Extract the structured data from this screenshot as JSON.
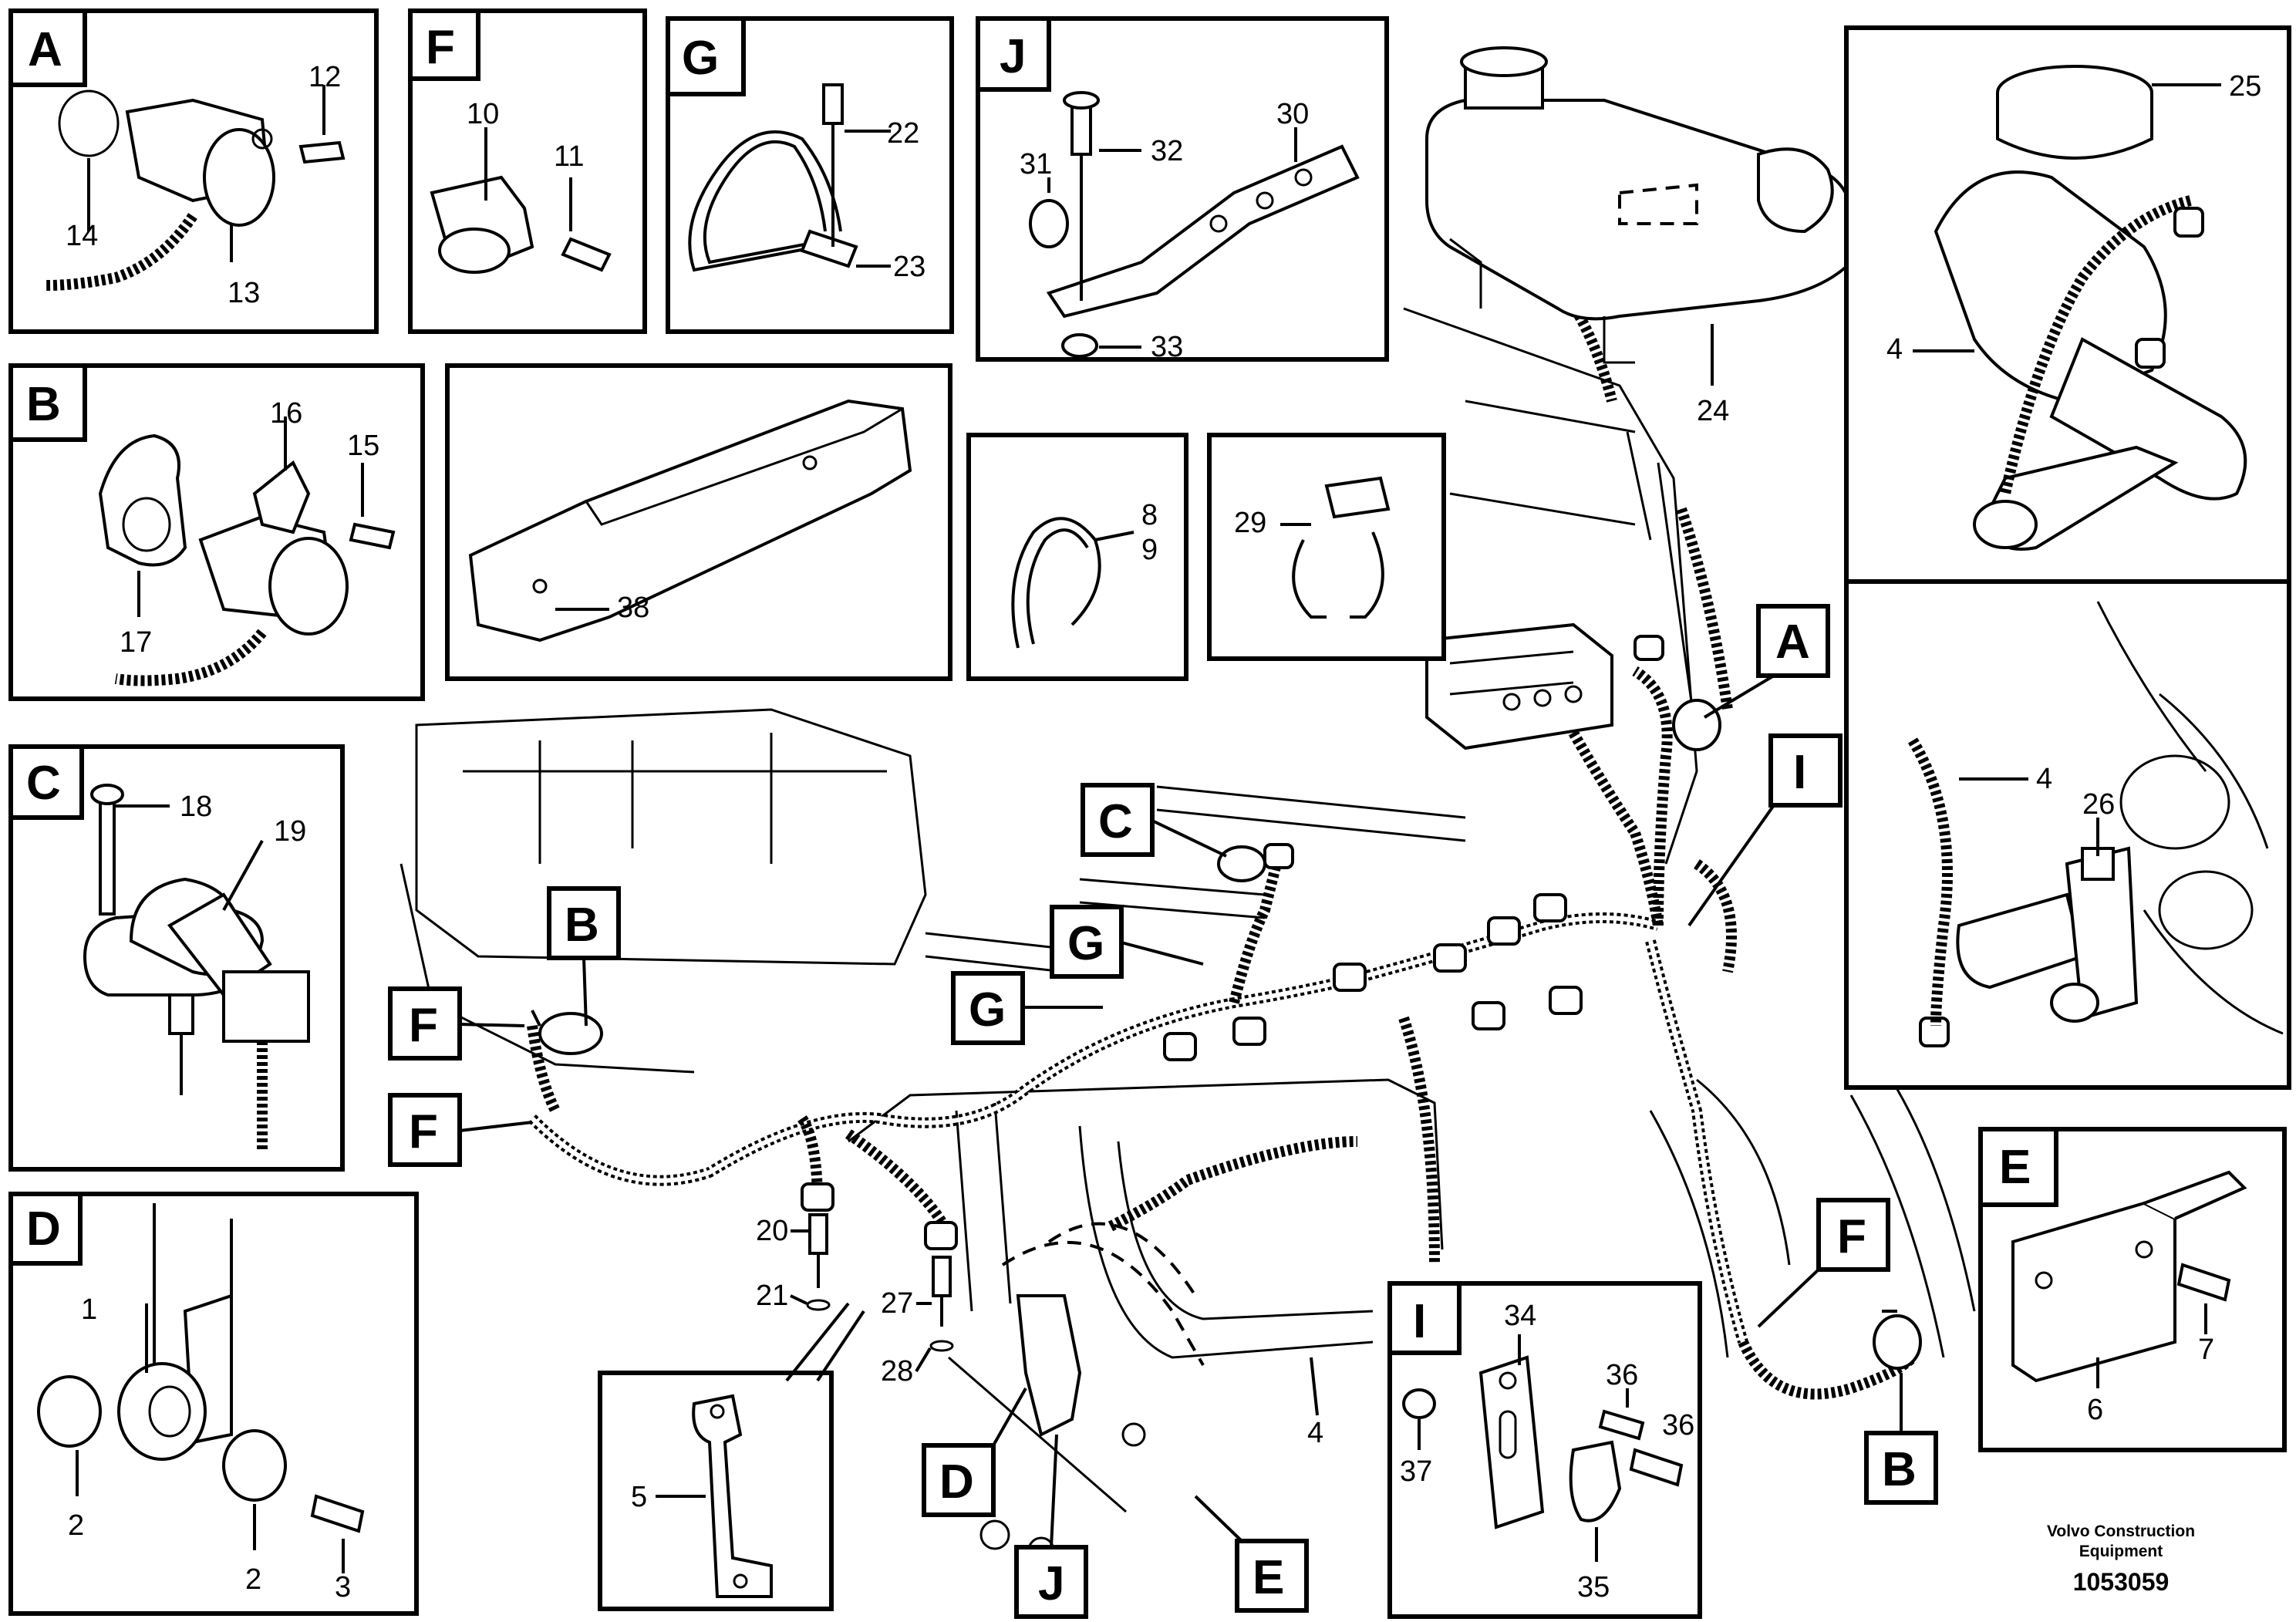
{
  "panels": {
    "A": {
      "letter": "A",
      "labels": [
        "12",
        "14",
        "13"
      ]
    },
    "F": {
      "letter": "F",
      "labels": [
        "10",
        "11"
      ]
    },
    "G": {
      "letter": "G",
      "labels": [
        "22",
        "23"
      ]
    },
    "J": {
      "letter": "J",
      "labels": [
        "30",
        "31",
        "32",
        "33"
      ]
    },
    "B": {
      "letter": "B",
      "labels": [
        "16",
        "15",
        "17"
      ]
    },
    "bracket38": {
      "labels": [
        "38"
      ]
    },
    "tie": {
      "labels": [
        "8",
        "9"
      ]
    },
    "clip29": {
      "labels": [
        "29"
      ]
    },
    "C": {
      "letter": "C",
      "labels": [
        "18",
        "19"
      ]
    },
    "D": {
      "letter": "D",
      "labels": [
        "1",
        "2",
        "2",
        "3"
      ]
    },
    "tank": {
      "labels": [
        "24"
      ]
    },
    "filter": {
      "labels": [
        "25",
        "4"
      ]
    },
    "valve": {
      "labels": [
        "4",
        "26"
      ]
    },
    "E": {
      "letter": "E",
      "labels": [
        "7",
        "6"
      ]
    },
    "I": {
      "letter": "I",
      "labels": [
        "34",
        "36",
        "36",
        "37",
        "35"
      ]
    },
    "bracket5": {
      "labels": [
        "5"
      ]
    }
  },
  "main": {
    "sensor_labels": [
      "20",
      "21",
      "27",
      "28"
    ],
    "harness_label": "4",
    "callouts": {
      "A": "A",
      "I": "I",
      "C": "C",
      "B_left": "B",
      "G_upper": "G",
      "G_lower": "G",
      "F_upper": "F",
      "F_lower": "F",
      "F_right": "F",
      "B_right": "B",
      "D": "D",
      "J": "J",
      "E": "E"
    }
  },
  "footer": {
    "brand_line1": "Volvo Construction",
    "brand_line2": "Equipment",
    "doc_number": "1053059"
  },
  "colors": {
    "ink": "#000000",
    "paper": "#ffffff"
  }
}
